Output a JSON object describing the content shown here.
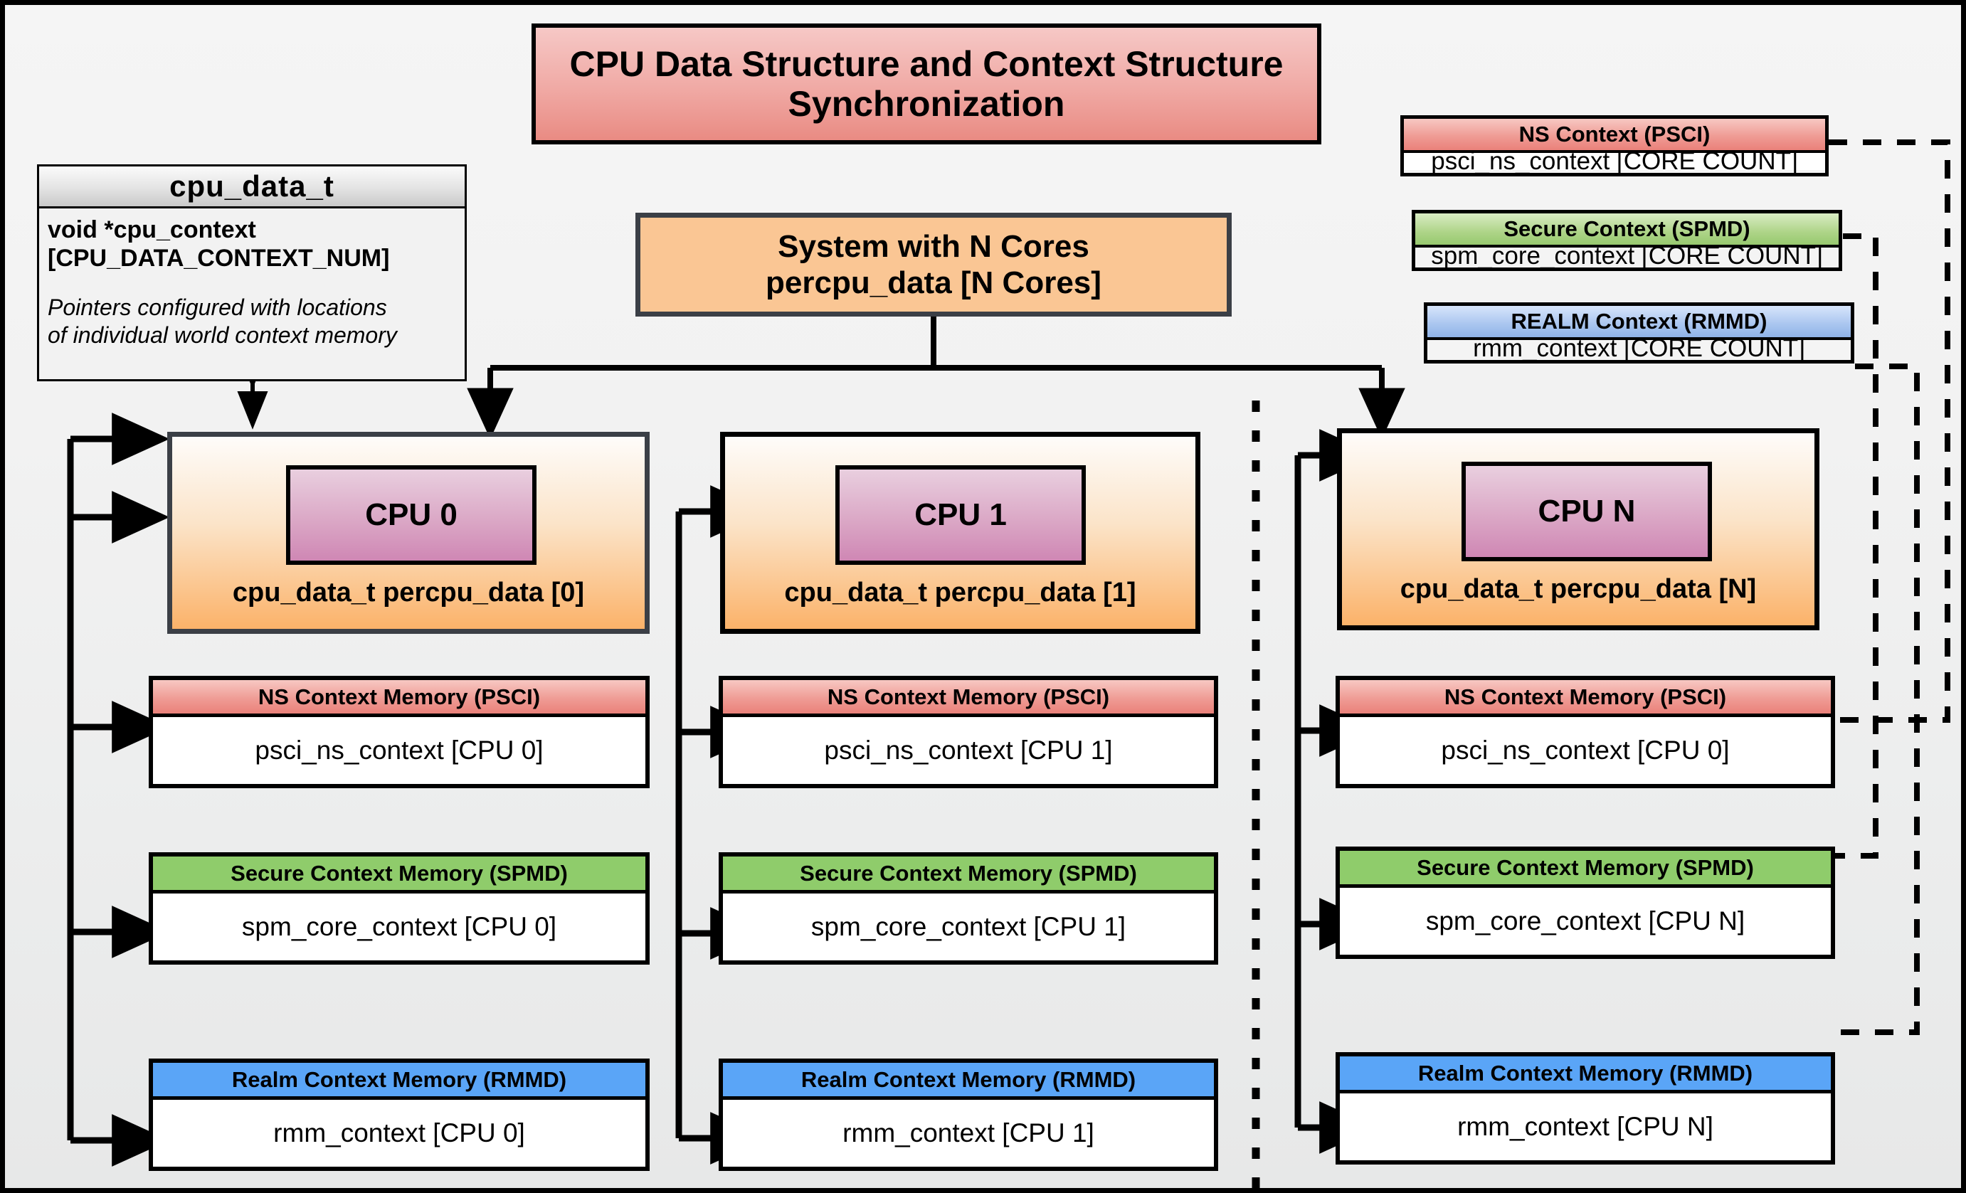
{
  "title": {
    "line1": "CPU Data Structure and Context Structure",
    "line2": "Synchronization"
  },
  "cpu_data_t": {
    "header": "cpu_data_t",
    "field_line1": "void  *cpu_context",
    "field_line2": "[CPU_DATA_CONTEXT_NUM]",
    "note_line1": "Pointers configured with locations",
    "note_line2": "of individual world context memory"
  },
  "system": {
    "line1": "System with N Cores",
    "line2": "percpu_data [N Cores]"
  },
  "global_contexts": [
    {
      "name": "ns",
      "header": "NS Context  (PSCI)",
      "body": "psci_ns_context [CORE COUNT]",
      "color": "#ea817a"
    },
    {
      "name": "secure",
      "header": "Secure Context (SPMD)",
      "body": "spm_core_context [CORE COUNT]",
      "color": "#97c96f"
    },
    {
      "name": "realm",
      "header": "REALM Context (RMMD)",
      "body": "rmm_context [CORE COUNT]",
      "color": "#8fb3e8"
    }
  ],
  "cpus": [
    {
      "chip": "CPU 0",
      "caption": "cpu_data_t percpu_data [0]",
      "memories": [
        {
          "name": "ns",
          "header": "NS Context Memory (PSCI)",
          "body": "psci_ns_context [CPU 0]"
        },
        {
          "name": "secure",
          "header": "Secure Context Memory (SPMD)",
          "body": "spm_core_context [CPU 0]"
        },
        {
          "name": "realm",
          "header": "Realm Context Memory (RMMD)",
          "body": "rmm_context [CPU 0]"
        }
      ]
    },
    {
      "chip": "CPU 1",
      "caption": "cpu_data_t percpu_data [1]",
      "memories": [
        {
          "name": "ns",
          "header": "NS Context Memory (PSCI)",
          "body": "psci_ns_context [CPU 1]"
        },
        {
          "name": "secure",
          "header": "Secure Context Memory (SPMD)",
          "body": "spm_core_context [CPU 1]"
        },
        {
          "name": "realm",
          "header": "Realm Context Memory (RMMD)",
          "body": "rmm_context [CPU 1]"
        }
      ]
    },
    {
      "chip": "CPU N",
      "caption": "cpu_data_t percpu_data [N]",
      "memories": [
        {
          "name": "ns",
          "header": "NS Context Memory (PSCI)",
          "body": "psci_ns_context [CPU 0]"
        },
        {
          "name": "secure",
          "header": "Secure Context Memory (SPMD)",
          "body": "spm_core_context [CPU N]"
        },
        {
          "name": "realm",
          "header": "Realm Context Memory (RMMD)",
          "body": "rmm_context [CPU N]"
        }
      ]
    }
  ],
  "colors": {
    "title_banner": "#ea8b83",
    "system_box": "#fac694",
    "cpu_chip": "#cf87b4",
    "ns": "#ea817a",
    "secure": "#8fcc6b",
    "realm": "#5aa5f7",
    "background": "#f0f0f0",
    "frame": "#000000"
  }
}
